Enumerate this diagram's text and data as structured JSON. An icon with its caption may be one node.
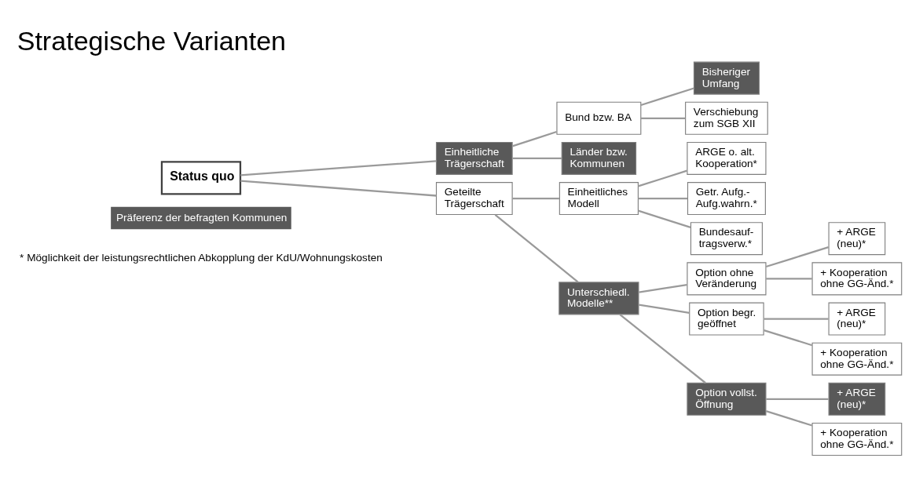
{
  "diagram": {
    "title": "Strategische Varianten",
    "nodes": [
      {
        "text": [
          "Status quo"
        ]
      },
      {
        "text": [
          "Einheitliche Trägerschaft"
        ]
      },
      {
        "text": [
          "Geteilte Trägerschaft"
        ]
      },
      {
        "text": [
          "Bund bzw. BA"
        ]
      },
      {
        "text": [
          "Länder bzw. Kommunen"
        ]
      },
      {
        "text": [
          "Bisheriger Umfang"
        ]
      },
      {
        "text": [
          "Verschiebung zum SGB XII"
        ]
      },
      {
        "text": [
          "Einheitliches Modell"
        ]
      },
      {
        "text": [
          "Unterschiedl. Modelle**"
        ]
      },
      {
        "text": [
          "ARGE o. alt. Kooperation*"
        ]
      },
      {
        "text": [
          "Getr. Aufg.- Aufg.wahrn.*"
        ]
      },
      {
        "text": [
          "Bundesauf- tragsverw.*"
        ]
      },
      {
        "text": [
          "Option ohne Veränderung"
        ]
      },
      {
        "text": [
          "Option begr. geöffnet"
        ]
      },
      {
        "text": [
          "Option vollst. Öffnung"
        ]
      },
      {
        "text": [
          "+ ARGE (neu)*"
        ]
      },
      {
        "text": [
          "+ Kooperation ohne GG-Änd.*"
        ]
      },
      {
        "text": [
          "+ ARGE (neu)*"
        ]
      },
      {
        "text": [
          "+ Kooperation ohne GG-Änd.*"
        ]
      },
      {
        "text": [
          "+ ARGE (neu)*"
        ]
      },
      {
        "text": [
          "+ Kooperation ohne GG-Änd.*"
        ]
      }
    ],
    "edges": [
      {
        "from": 0,
        "to": 1,
        "arrow": "none"
      },
      {
        "from": 0,
        "to": 2,
        "arrow": "none"
      },
      {
        "from": 1,
        "to": 3,
        "arrow": "none"
      },
      {
        "from": 1,
        "to": 4,
        "arrow": "none"
      },
      {
        "from": 3,
        "to": 5,
        "arrow": "none"
      },
      {
        "from": 3,
        "to": 6,
        "arrow": "none"
      },
      {
        "from": 2,
        "to": 7,
        "arrow": "none"
      },
      {
        "from": 2,
        "to": 8,
        "arrow": "none"
      },
      {
        "from": 7,
        "to": 9,
        "arrow": "none"
      },
      {
        "from": 7,
        "to": 10,
        "arrow": "none"
      },
      {
        "from": 7,
        "to": 11,
        "arrow": "none"
      },
      {
        "from": 8,
        "to": 12,
        "arrow": "none"
      },
      {
        "from": 8,
        "to": 13,
        "arrow": "none"
      },
      {
        "from": 8,
        "to": 14,
        "arrow": "none"
      },
      {
        "from": 12,
        "to": 15,
        "arrow": "none"
      },
      {
        "from": 12,
        "to": 16,
        "arrow": "none"
      },
      {
        "from": 13,
        "to": 17,
        "arrow": "none"
      },
      {
        "from": 13,
        "to": 18,
        "arrow": "none"
      },
      {
        "from": 14,
        "to": 19,
        "arrow": "none"
      },
      {
        "from": 14,
        "to": 20,
        "arrow": "none"
      }
    ],
    "labels": [
      "* Möglichkeit der leistungsrechtlichen Abkopplung der KdU/Wohnungskosten"
    ],
    "legend": [
      {
        "text": "Präferenz der befragten Kommunen",
        "color": "#595959"
      }
    ]
  }
}
